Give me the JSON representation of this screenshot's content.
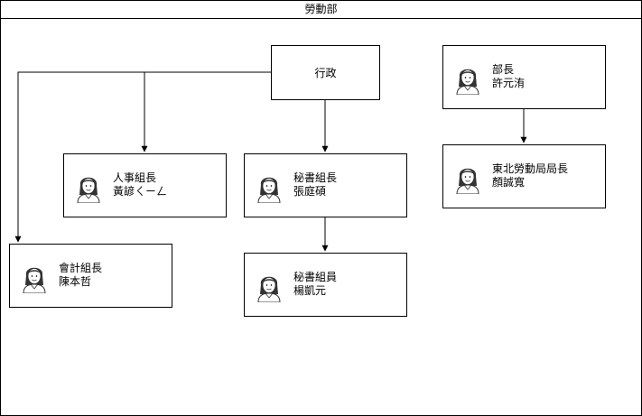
{
  "frame": {
    "title": "勞動部"
  },
  "nodes": {
    "admin": {
      "label": "行政"
    },
    "minister": {
      "title": "部長",
      "name": "許元洧"
    },
    "hr_lead": {
      "title": "人事組長",
      "name": "黃諺ㄑㄧㄥ"
    },
    "secretary_lead": {
      "title": "秘書組長",
      "name": "張庭碩"
    },
    "northeast_director": {
      "title": "東北勞動局局長",
      "name": "顏誠寬"
    },
    "accounting_lead": {
      "title": "會計組長",
      "name": "陳本哲"
    },
    "secretary_staff": {
      "title": "秘書組員",
      "name": "楊凱元"
    }
  },
  "icons": {
    "avatar": "person-avatar-icon"
  },
  "colors": {
    "line": "#000000",
    "background": "#ffffff"
  }
}
